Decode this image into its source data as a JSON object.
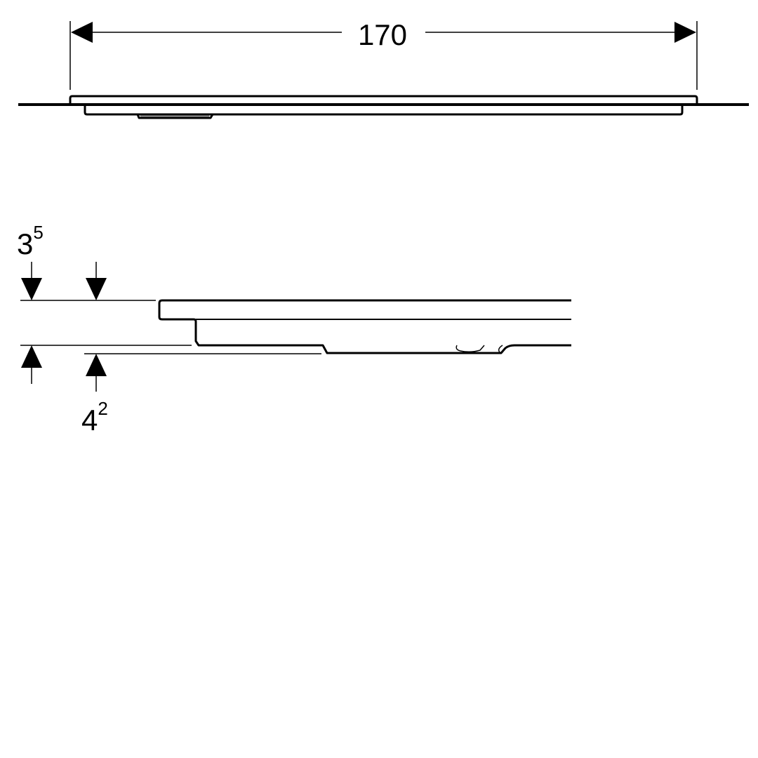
{
  "dimensions": {
    "width": {
      "value": "170"
    },
    "top_thickness": {
      "main": "3",
      "sup": "5"
    },
    "total_height": {
      "main": "4",
      "sup": "2"
    }
  },
  "colors": {
    "line": "#000000",
    "background": "#ffffff"
  }
}
